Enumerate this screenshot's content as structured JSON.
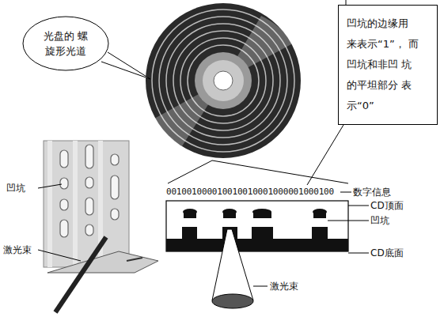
{
  "diagram": {
    "nodes": [
      {
        "text": [
          "光盘的 螺旋形光道"
        ]
      },
      {
        "text": [
          "凹坑的边缘用 来表示“1”， 而凹坑和非凹 坑的平坦部分 表示“0”"
        ]
      }
    ],
    "labels": [
      "凹坑",
      "激光束",
      "001001000010010010001000001000100",
      "数字信息",
      "CD顶面",
      "凹坑",
      "CD底面",
      "激光束"
    ]
  }
}
